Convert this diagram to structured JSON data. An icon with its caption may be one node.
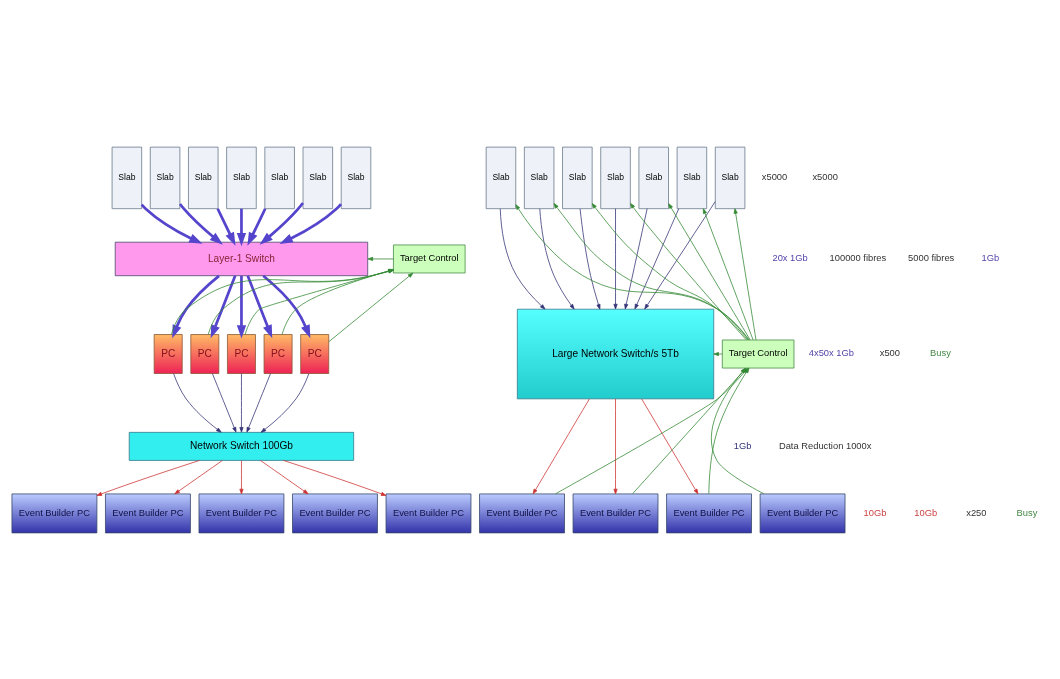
{
  "diagram": {
    "nodes": [
      {
        "text": [
          "Slab"
        ]
      },
      {
        "text": [
          "Slab"
        ]
      },
      {
        "text": [
          "Slab"
        ]
      },
      {
        "text": [
          "Slab"
        ]
      },
      {
        "text": [
          "Slab"
        ]
      },
      {
        "text": [
          "Slab"
        ]
      },
      {
        "text": [
          "Slab"
        ]
      },
      {
        "text": [
          "Layer-1 Switch"
        ]
      },
      {
        "text": [
          "Target Control"
        ]
      },
      {
        "text": [
          "PC"
        ]
      },
      {
        "text": [
          "PC"
        ]
      },
      {
        "text": [
          "PC"
        ]
      },
      {
        "text": [
          "PC"
        ]
      },
      {
        "text": [
          "PC"
        ]
      },
      {
        "text": [
          "Network Switch 100Gb"
        ]
      },
      {
        "text": [
          "Event Builder PC"
        ]
      },
      {
        "text": [
          "Event Builder PC"
        ]
      },
      {
        "text": [
          "Event Builder PC"
        ]
      },
      {
        "text": [
          "Event Builder PC"
        ]
      },
      {
        "text": [
          "Event Builder PC"
        ]
      },
      {
        "text": [
          "Slab"
        ]
      },
      {
        "text": [
          "Slab"
        ]
      },
      {
        "text": [
          "Slab"
        ]
      },
      {
        "text": [
          "Slab"
        ]
      },
      {
        "text": [
          "Slab"
        ]
      },
      {
        "text": [
          "Slab"
        ]
      },
      {
        "text": [
          "Slab"
        ]
      },
      {
        "text": [
          "Large Network Switch/s 5Tb"
        ]
      },
      {
        "text": [
          "Target Control"
        ]
      },
      {
        "text": [
          "Event Builder PC"
        ]
      },
      {
        "text": [
          "Event Builder PC"
        ]
      },
      {
        "text": [
          "Event Builder PC"
        ]
      },
      {
        "text": [
          "Event Builder PC"
        ]
      }
    ],
    "edges": [
      {
        "from": 0,
        "to": 7,
        "arrow": "to",
        "style": "thick",
        "color": "#5544cc"
      },
      {
        "from": 1,
        "to": 7,
        "arrow": "to",
        "style": "thick",
        "color": "#5544cc"
      },
      {
        "from": 2,
        "to": 7,
        "arrow": "to",
        "style": "thick",
        "color": "#5544cc"
      },
      {
        "from": 3,
        "to": 7,
        "arrow": "to",
        "style": "thick",
        "color": "#5544cc"
      },
      {
        "from": 4,
        "to": 7,
        "arrow": "to",
        "style": "thick",
        "color": "#5544cc"
      },
      {
        "from": 5,
        "to": 7,
        "arrow": "to",
        "style": "thick",
        "color": "#5544cc"
      },
      {
        "from": 6,
        "to": 7,
        "arrow": "to",
        "style": "thick",
        "color": "#5544cc"
      },
      {
        "from": 8,
        "to": 7,
        "arrow": "to"
      },
      {
        "from": 7,
        "to": 9,
        "arrow": "to",
        "style": "thick",
        "color": "#5544cc"
      },
      {
        "from": 7,
        "to": 10,
        "arrow": "to",
        "style": "thick",
        "color": "#5544cc"
      },
      {
        "from": 7,
        "to": 11,
        "arrow": "to",
        "style": "thick",
        "color": "#5544cc"
      },
      {
        "from": 7,
        "to": 12,
        "arrow": "to",
        "style": "thick",
        "color": "#5544cc"
      },
      {
        "from": 7,
        "to": 13,
        "arrow": "to",
        "style": "thick",
        "color": "#5544cc"
      },
      {
        "from": 9,
        "to": 8,
        "arrow": "to"
      },
      {
        "from": 10,
        "to": 8,
        "arrow": "to"
      },
      {
        "from": 11,
        "to": 8,
        "arrow": "to"
      },
      {
        "from": 12,
        "to": 8,
        "arrow": "to"
      },
      {
        "from": 13,
        "to": 8,
        "arrow": "to"
      },
      {
        "from": 9,
        "to": 14,
        "arrow": "to",
        "color": "#333377"
      },
      {
        "from": 10,
        "to": 14,
        "arrow": "to",
        "color": "#333377"
      },
      {
        "from": 11,
        "to": 14,
        "arrow": "to",
        "color": "#333377"
      },
      {
        "from": 12,
        "to": 14,
        "arrow": "to",
        "color": "#333377"
      },
      {
        "from": 13,
        "to": 14,
        "arrow": "to",
        "color": "#333377"
      },
      {
        "from": 14,
        "to": 15,
        "arrow": "to",
        "color": "#cc3333"
      },
      {
        "from": 14,
        "to": 16,
        "arrow": "to",
        "color": "#cc3333"
      },
      {
        "from": 14,
        "to": 17,
        "arrow": "to",
        "color": "#cc3333"
      },
      {
        "from": 14,
        "to": 18,
        "arrow": "to",
        "color": "#cc3333"
      },
      {
        "from": 14,
        "to": 19,
        "arrow": "to",
        "color": "#cc3333"
      },
      {
        "from": 28,
        "to": 20,
        "arrow": "to"
      },
      {
        "from": 28,
        "to": 21,
        "arrow": "to"
      },
      {
        "from": 28,
        "to": 22,
        "arrow": "to"
      },
      {
        "from": 28,
        "to": 23,
        "arrow": "to"
      },
      {
        "from": 28,
        "to": 24,
        "arrow": "to"
      },
      {
        "from": 28,
        "to": 25,
        "arrow": "to"
      },
      {
        "from": 28,
        "to": 26,
        "arrow": "to"
      },
      {
        "from": 20,
        "to": 27,
        "arrow": "to",
        "color": "#333377"
      },
      {
        "from": 21,
        "to": 27,
        "arrow": "to",
        "color": "#333377"
      },
      {
        "from": 22,
        "to": 27,
        "arrow": "to",
        "color": "#333377"
      },
      {
        "from": 23,
        "to": 27,
        "arrow": "to",
        "color": "#333377"
      },
      {
        "from": 24,
        "to": 27,
        "arrow": "to",
        "color": "#333377"
      },
      {
        "from": 25,
        "to": 27,
        "arrow": "to",
        "color": "#333377"
      },
      {
        "from": 26,
        "to": 27,
        "arrow": "to",
        "color": "#333377"
      },
      {
        "from": 28,
        "to": 27,
        "arrow": "to",
        "style": "dashed"
      },
      {
        "from": 27,
        "to": 29,
        "arrow": "to",
        "color": "#cc3333"
      },
      {
        "from": 27,
        "to": 30,
        "arrow": "to",
        "color": "#cc3333"
      },
      {
        "from": 27,
        "to": 32,
        "arrow": "to",
        "color": "#cc3333"
      },
      {
        "from": 29,
        "to": 28,
        "arrow": "to"
      },
      {
        "from": 30,
        "to": 28,
        "arrow": "to"
      },
      {
        "from": 31,
        "to": 28,
        "arrow": "to"
      },
      {
        "from": 32,
        "to": 28,
        "arrow": "to"
      }
    ],
    "labels": [
      "x5000",
      "x5000",
      "20x 1Gb",
      "100000 fibres",
      "5000 fibres",
      "1Gb",
      "4x50x 1Gb",
      "x500",
      "Busy",
      "1Gb",
      "Data Reduction 1000x",
      "10Gb",
      "10Gb",
      "x250",
      "Busy"
    ]
  }
}
